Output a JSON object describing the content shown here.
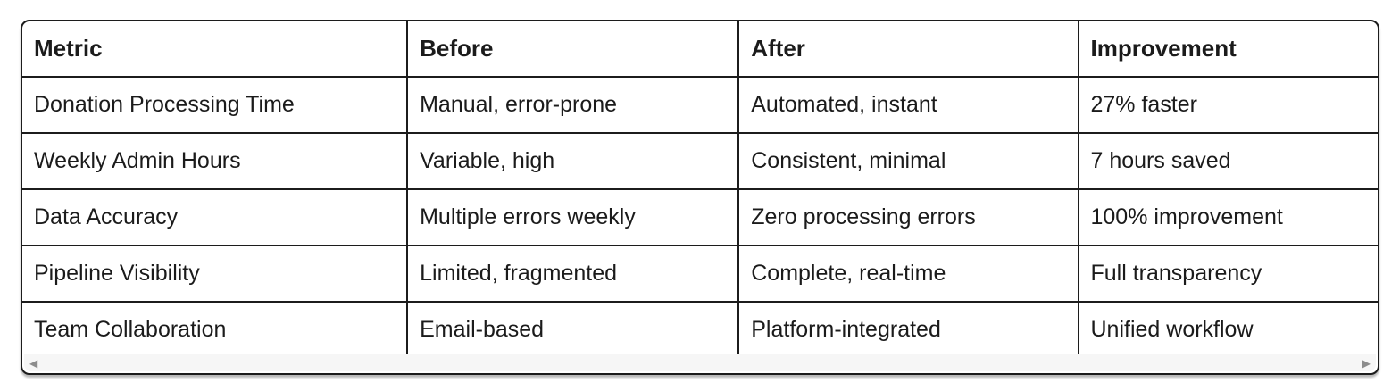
{
  "table": {
    "columns": [
      {
        "label": "Metric"
      },
      {
        "label": "Before"
      },
      {
        "label": "After"
      },
      {
        "label": "Improvement"
      }
    ],
    "rows": [
      [
        "Donation Processing Time",
        "Manual, error-prone",
        "Automated, instant",
        "27% faster"
      ],
      [
        "Weekly Admin Hours",
        "Variable, high",
        "Consistent, minimal",
        "7 hours saved"
      ],
      [
        "Data Accuracy",
        "Multiple errors weekly",
        "Zero processing errors",
        "100% improvement"
      ],
      [
        "Pipeline Visibility",
        "Limited, fragmented",
        "Complete, real-time",
        "Full transparency"
      ],
      [
        "Team Collaboration",
        "Email-based",
        "Platform-integrated",
        "Unified workflow"
      ]
    ]
  },
  "scrollbar": {
    "left_arrow_icon": "◀",
    "right_arrow_icon": "▶"
  },
  "colors": {
    "border": "#1c1c1c",
    "text": "#1b1b1b",
    "scrollbar_track": "#f6f6f6",
    "scrollbar_arrow": "#8c8c8c"
  }
}
